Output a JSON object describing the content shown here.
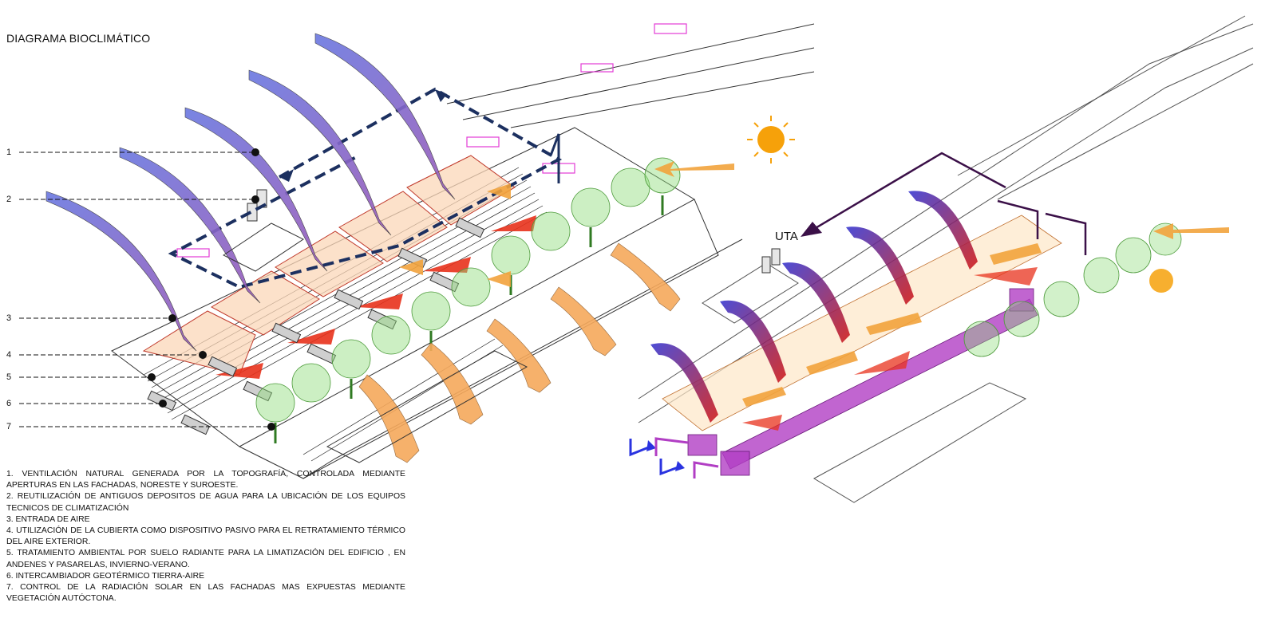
{
  "title": "DIAGRAMA BIOCLIMÁTICO",
  "callouts": [
    "1",
    "2",
    "3",
    "4",
    "5",
    "6",
    "7"
  ],
  "uta_label": "UTA",
  "legend": [
    "1. VENTILACIÓN NATURAL GENERADA POR LA TOPOGRAFÍA, CONTROLADA MEDIANTE APERTURAS EN LAS FACHADAS, NORESTE Y SUROESTE.",
    "2. REUTILIZACIÓN DE ANTIGUOS DEPOSITOS DE AGUA PARA LA UBICACIÓN DE LOS EQUIPOS TECNICOS DE CLIMATIZACIÓN",
    "3. ENTRADA DE AIRE",
    "4. UTILIZACIÓN DE LA CUBIERTA COMO DISPOSITIVO PASIVO PARA EL  RETRATAMIENTO TÉRMICO DEL AIRE EXTERIOR.",
    "5. TRATAMIENTO AMBIENTAL POR SUELO RADIANTE PARA LA  LIMATIZACIÓN DEL EDIFICIO , EN ANDENES Y PASARELAS, INVIERNO-VERANO.",
    "6. INTERCAMBIADOR  GEOTÉRMICO TIERRA-AIRE",
    "7. CONTROL DE LA RADIACIÓN SOLAR EN LAS FACHADAS MAS EXPUESTAS MEDIANTE VEGETACIÓN AUTÓCTONA."
  ],
  "colors": {
    "cold_air": "#5b5fd6",
    "warm_air": "#f3a64d",
    "hot_air": "#e8321c",
    "duct": "#b13ec4",
    "vegetation": "#8fdc7a",
    "sun": "#f6a10a",
    "dashed_flow": "#1c3060"
  }
}
